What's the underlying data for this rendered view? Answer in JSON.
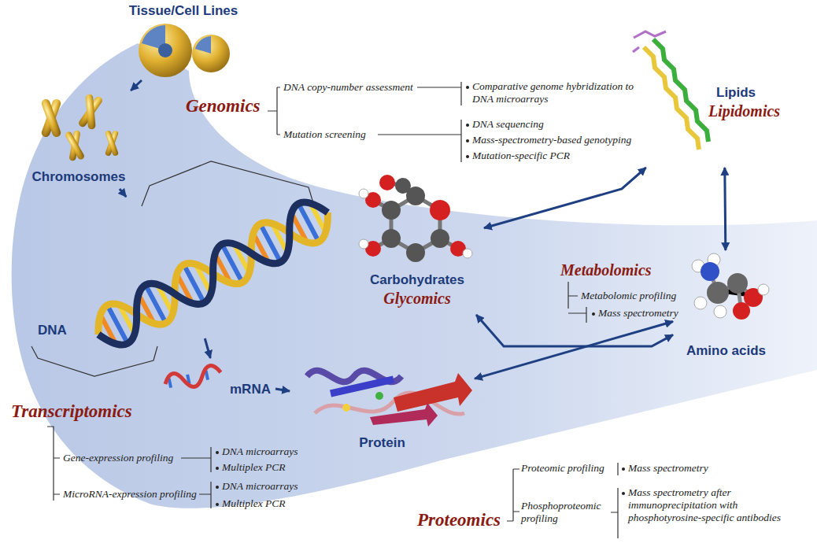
{
  "diagram": {
    "nodes": [
      {
        "text": [
          "Tissue/Cell Lines"
        ]
      },
      {
        "text": [
          "Chromosomes"
        ]
      },
      {
        "text": [
          "DNA"
        ]
      },
      {
        "text": [
          "mRNA"
        ]
      },
      {
        "text": [
          "Protein"
        ]
      },
      {
        "text": [
          "Carbohydrates",
          "Glycomics"
        ]
      },
      {
        "text": [
          "Lipids",
          "Lipidomics"
        ]
      },
      {
        "text": [
          "Amino acids"
        ]
      }
    ],
    "edges": [
      {
        "from": 0,
        "to": 1,
        "arrow": "to"
      },
      {
        "from": 1,
        "to": 2,
        "arrow": "to"
      },
      {
        "from": 2,
        "to": 3,
        "arrow": "to"
      },
      {
        "from": 3,
        "to": 4,
        "arrow": "to"
      },
      {
        "from": 5,
        "to": 6,
        "arrow": "both"
      },
      {
        "from": 5,
        "to": 7,
        "arrow": "both"
      },
      {
        "from": 4,
        "to": 7,
        "arrow": "both"
      },
      {
        "from": 7,
        "to": 6,
        "arrow": "both"
      }
    ],
    "labels": [
      "Genomics",
      "DNA copy-number assessment",
      "Comparative genome hybridization to DNA microarrays",
      "Mutation screening",
      "DNA sequencing",
      "Mass-spectrometry-based genotyping",
      "Mutation-specific PCR",
      "Metabolomics",
      "Metabolomic profiling",
      "Mass spectrometry",
      "Transcriptomics",
      "Gene-expression profiling",
      "DNA microarrays",
      "Multiplex PCR",
      "MicroRNA-expression profiling",
      "DNA microarrays",
      "Multiplex PCR",
      "Proteomics",
      "Proteomic profiling",
      "Mass spectrometry",
      "Phosphoproteomic profiling",
      "Mass spectrometry after immunoprecipitation with phosphotyrosine-specific antibodies"
    ]
  }
}
